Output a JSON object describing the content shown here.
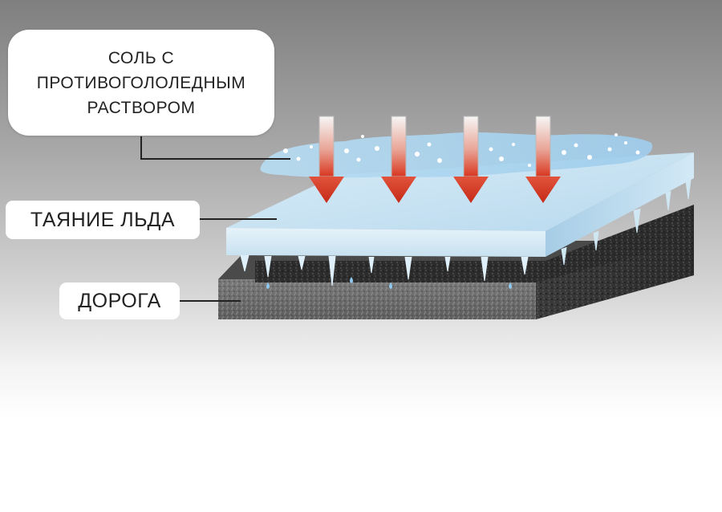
{
  "labels": {
    "salt_line1": "СОЛЬ С",
    "salt_line2": "ПРОТИВОГОЛОЛЕДНЫМ",
    "salt_line3": "РАСТВОРОМ",
    "ice_melting": "ТАЯНИЕ ЛЬДА",
    "road": "ДОРОГА"
  },
  "colors": {
    "arrow_top": "#f4f4f4",
    "arrow_bottom": "#d9361f",
    "ice": "#cfe6f3",
    "asphalt": "#3a3a3a",
    "salt_solution": "#a9d4ef"
  },
  "icons": [
    "arrow-down-icon",
    "salt-grain-icon",
    "water-drop-icon"
  ]
}
